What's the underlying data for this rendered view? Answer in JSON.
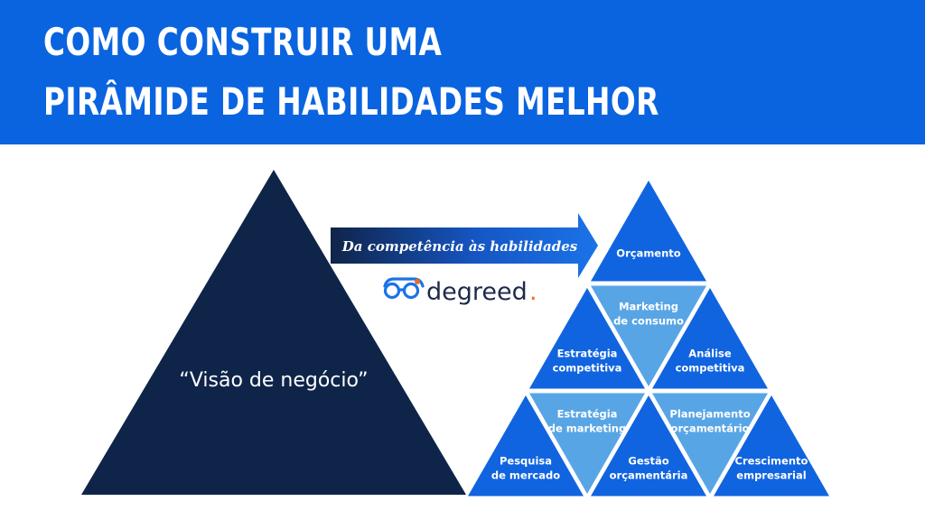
{
  "header": {
    "title_line_1": "COMO CONSTRUIR UMA",
    "title_line_2": "PIRÂMIDE DE HABILIDADES MELHOR"
  },
  "big_pyramid": {
    "label": "“Visão de negócio”"
  },
  "arrow": {
    "label": "Da competência às habilidades"
  },
  "logo": {
    "text": "degreed",
    "dot": ".",
    "icon": "glasses-icon"
  },
  "small_pyramid": {
    "cells": [
      {
        "id": "orcamento",
        "lines": [
          "Orçamento"
        ],
        "shade": "dark"
      },
      {
        "id": "marketing-consumo",
        "lines": [
          "Marketing",
          "de consumo"
        ],
        "shade": "light"
      },
      {
        "id": "estrategia-competitiva",
        "lines": [
          "Estratégia",
          "competitiva"
        ],
        "shade": "dark"
      },
      {
        "id": "analise-competitiva",
        "lines": [
          "Análise",
          "competitiva"
        ],
        "shade": "dark"
      },
      {
        "id": "estrategia-marketing",
        "lines": [
          "Estratégia",
          "de marketing"
        ],
        "shade": "light"
      },
      {
        "id": "planejamento-orcamentario",
        "lines": [
          "Planejamento",
          "orçamentário"
        ],
        "shade": "light"
      },
      {
        "id": "pesquisa-mercado",
        "lines": [
          "Pesquisa",
          "de mercado"
        ],
        "shade": "dark"
      },
      {
        "id": "gestao-orcamentaria",
        "lines": [
          "Gestão",
          "orçamentária"
        ],
        "shade": "dark"
      },
      {
        "id": "crescimento-empresarial",
        "lines": [
          "Crescimento",
          "empresarial"
        ],
        "shade": "dark"
      }
    ]
  },
  "colors": {
    "header_blue": "#0a64e0",
    "navy": "#0f2449",
    "cell_dark": "#1064df",
    "cell_light": "#58a5e6",
    "logo_accent": "#f26a21"
  }
}
